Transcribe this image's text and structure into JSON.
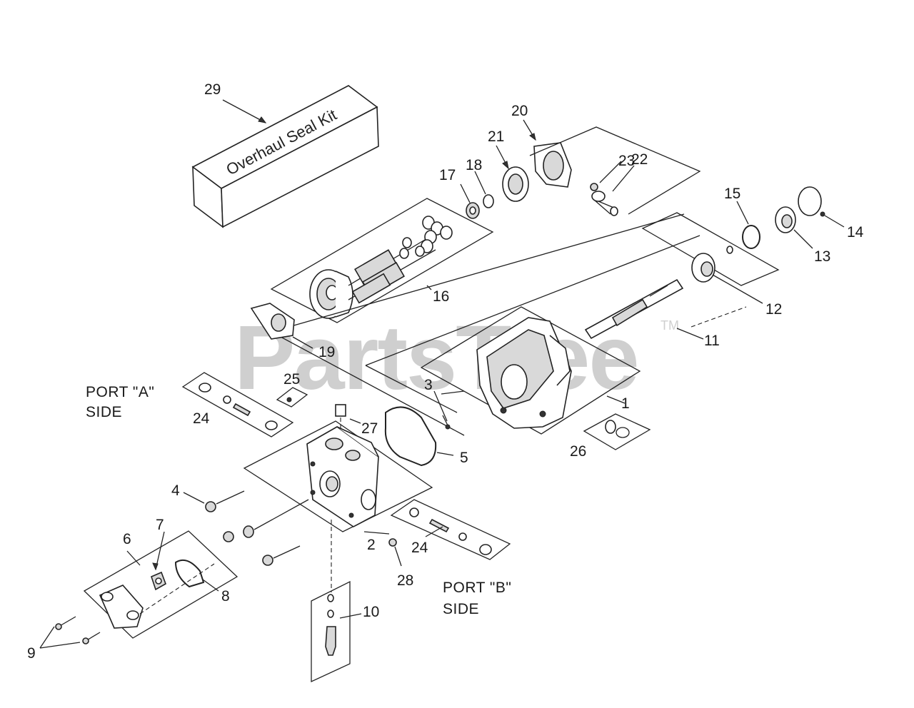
{
  "watermark": {
    "text": "PartsTree",
    "tm": "TM"
  },
  "kit_box_text": "Overhaul Seal Kit",
  "callouts": [
    {
      "id": "c29",
      "text": "29"
    },
    {
      "id": "c20",
      "text": "20"
    },
    {
      "id": "c21",
      "text": "21"
    },
    {
      "id": "c17",
      "text": "17"
    },
    {
      "id": "c18",
      "text": "18"
    },
    {
      "id": "c23",
      "text": "23"
    },
    {
      "id": "c22",
      "text": "22"
    },
    {
      "id": "c15",
      "text": "15"
    },
    {
      "id": "c14",
      "text": "14"
    },
    {
      "id": "c13",
      "text": "13"
    },
    {
      "id": "c16",
      "text": "16"
    },
    {
      "id": "c12",
      "text": "12"
    },
    {
      "id": "c11",
      "text": "11"
    },
    {
      "id": "c19",
      "text": "19"
    },
    {
      "id": "c25",
      "text": "25"
    },
    {
      "id": "c3",
      "text": "3"
    },
    {
      "id": "c1",
      "text": "1"
    },
    {
      "id": "c24a",
      "text": "24"
    },
    {
      "id": "c27",
      "text": "27"
    },
    {
      "id": "c26",
      "text": "26"
    },
    {
      "id": "c5",
      "text": "5"
    },
    {
      "id": "c4",
      "text": "4"
    },
    {
      "id": "c7",
      "text": "7"
    },
    {
      "id": "c6",
      "text": "6"
    },
    {
      "id": "c2",
      "text": "2"
    },
    {
      "id": "c24b",
      "text": "24"
    },
    {
      "id": "c28",
      "text": "28"
    },
    {
      "id": "c8",
      "text": "8"
    },
    {
      "id": "c10",
      "text": "10"
    },
    {
      "id": "c9",
      "text": "9"
    }
  ],
  "port_labels": {
    "a_line1": "PORT \"A\"",
    "a_line2": "SIDE",
    "b_line1": "PORT \"B\"",
    "b_line2": "SIDE"
  }
}
